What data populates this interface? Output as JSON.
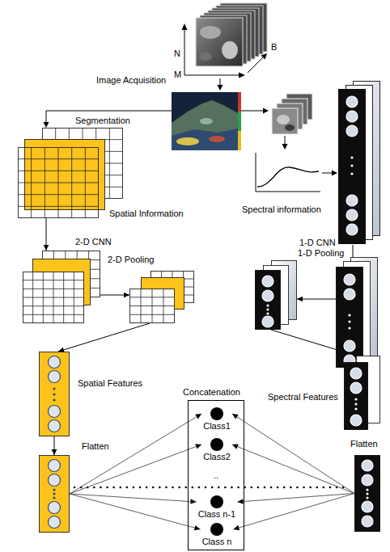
{
  "diagram": {
    "nodes": [
      {
        "text": [
          "Segmentation",
          "Spatial Information"
        ]
      },
      {
        "text": [
          "2-D CNN"
        ]
      },
      {
        "text": [
          "2-D Pooling"
        ]
      },
      {
        "text": [
          "Spatial Features"
        ]
      },
      {
        "text": [
          "Flatten"
        ]
      },
      {
        "text": [
          "Concatenation"
        ]
      },
      {
        "text": [
          "Class1"
        ],
        "in": 5
      },
      {
        "text": [
          "Class2"
        ],
        "in": 5
      },
      {
        "text": [
          "Class n-1"
        ],
        "in": 5
      },
      {
        "text": [
          "Class n"
        ],
        "in": 5
      },
      {
        "text": [
          "Spectral information"
        ]
      },
      {
        "text": [
          "1-D CNN"
        ]
      },
      {
        "text": [
          "1-D Pooling"
        ]
      },
      {
        "text": [
          "Spectral Features"
        ]
      },
      {
        "text": [
          "Flatten"
        ]
      }
    ],
    "edges": [
      {
        "from": 0,
        "to": 1,
        "arrow": "to"
      },
      {
        "from": 1,
        "to": 2,
        "arrow": "to"
      },
      {
        "from": 2,
        "to": 3,
        "arrow": "to"
      },
      {
        "from": 3,
        "to": 4,
        "arrow": "to"
      },
      {
        "from": 4,
        "to": 6,
        "arrow": "to"
      },
      {
        "from": 4,
        "to": 7,
        "arrow": "to"
      },
      {
        "from": 4,
        "to": 8,
        "arrow": "to"
      },
      {
        "from": 4,
        "to": 9,
        "arrow": "to"
      },
      {
        "from": 14,
        "to": 6,
        "arrow": "to"
      },
      {
        "from": 14,
        "to": 7,
        "arrow": "to"
      },
      {
        "from": 14,
        "to": 8,
        "arrow": "to"
      },
      {
        "from": 14,
        "to": 9,
        "arrow": "to"
      },
      {
        "from": 11,
        "to": 12,
        "arrow": "to"
      },
      {
        "from": 12,
        "to": 13,
        "arrow": "to"
      }
    ],
    "labels": [
      "N",
      "M",
      "B",
      "Image Acquisition",
      ".."
    ]
  }
}
